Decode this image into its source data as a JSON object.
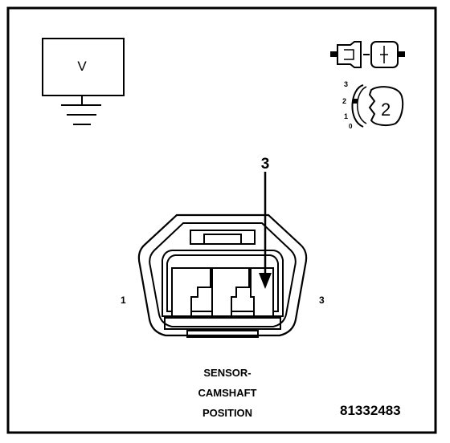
{
  "meter": {
    "symbol": "V"
  },
  "ignition": {
    "positions": [
      "3",
      "2",
      "1",
      "0"
    ],
    "selected": "2"
  },
  "connector": {
    "pin_callout": "3",
    "pin_left": "1",
    "pin_right": "3"
  },
  "caption": {
    "line1": "SENSOR-",
    "line2": "CAMSHAFT",
    "line3": "POSITION"
  },
  "figure_number": "81332483"
}
